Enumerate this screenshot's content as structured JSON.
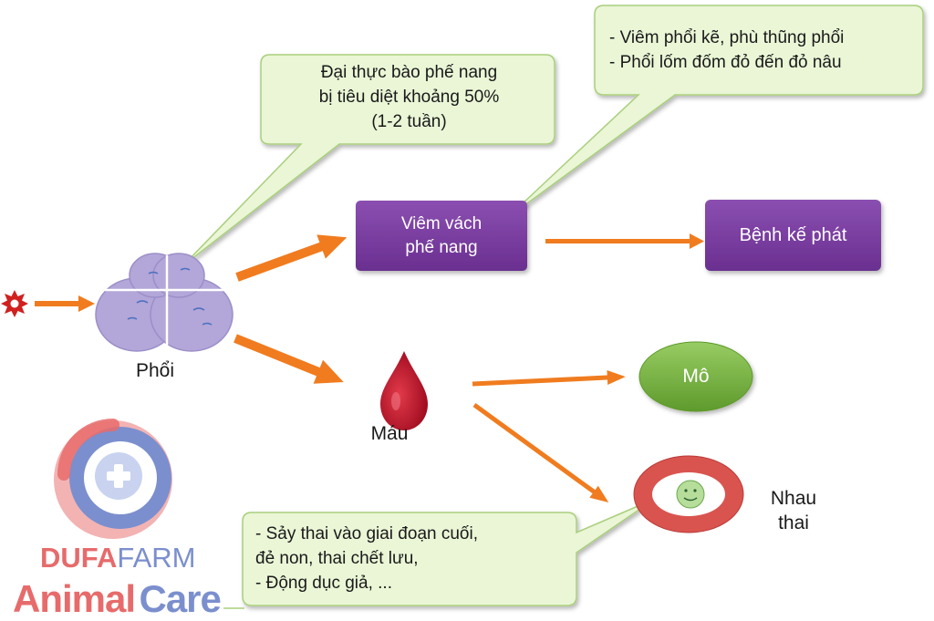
{
  "nodes": {
    "lung_label": "Phổi",
    "blood_label": "Máu",
    "alveolar_inflammation_label": [
      "Viêm vách",
      "phế nang"
    ],
    "secondary_disease_label": "Bệnh kế phát",
    "tissue_label": "Mô",
    "placenta_label": [
      "Nhau",
      "thai"
    ]
  },
  "callouts": {
    "macrophage": [
      "Đại thực bào phế nang",
      "bị tiêu diệt khoảng 50%",
      "(1-2 tuần)"
    ],
    "pneumonia": [
      "- Viêm phổi kẽ, phù thũng phổi",
      "- Phổi lốm đốm đỏ đến đỏ nâu"
    ],
    "abortion": [
      "- Sảy thai vào giai đoạn cuối,",
      "đẻ non, thai chết lưu,",
      "- Động dục giả, ..."
    ]
  },
  "brand": {
    "name_part1": "DUFA",
    "name_part2": "FARM",
    "tagline_part1": "Animal",
    "tagline_part2": "Care"
  },
  "colors": {
    "arrow": "#f07c1f",
    "purple_box": "#7b3fa0",
    "green_oval": "#7ab342",
    "callout_fill": "#eaf6d6",
    "callout_border": "#a9cf7c",
    "lung": "#b3a6d8",
    "blood": "#c8102e",
    "placenta_ring": "#d9544f",
    "brand_red": "#e76b6b",
    "brand_blue": "#7b8fce"
  }
}
